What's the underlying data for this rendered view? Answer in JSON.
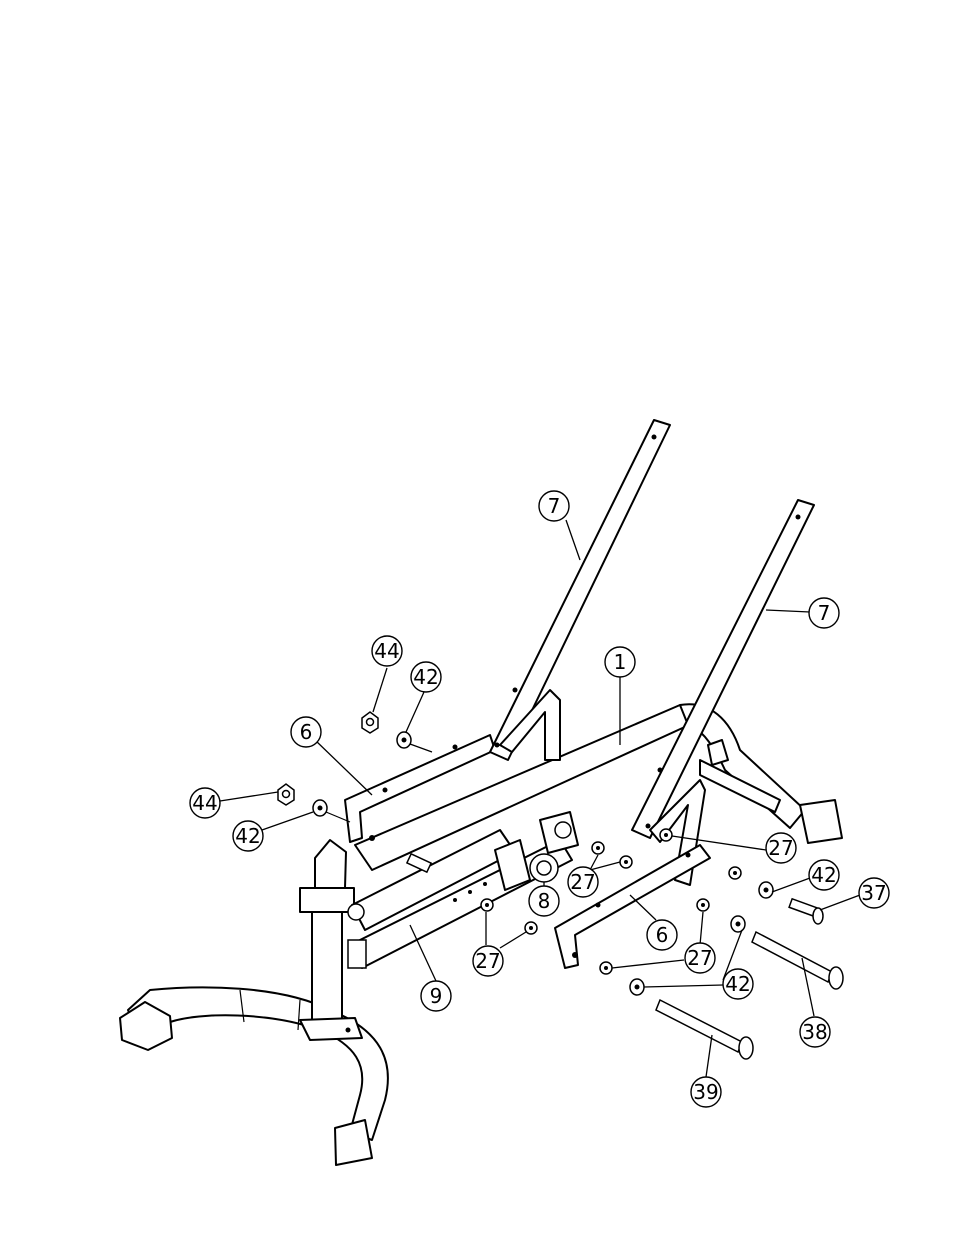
{
  "callouts": [
    {
      "id": "c7a",
      "label": "7"
    },
    {
      "id": "c7b",
      "label": "7"
    },
    {
      "id": "c1",
      "label": "1"
    },
    {
      "id": "c44a",
      "label": "44"
    },
    {
      "id": "c42a",
      "label": "42"
    },
    {
      "id": "c6a",
      "label": "6"
    },
    {
      "id": "c44b",
      "label": "44"
    },
    {
      "id": "c42b",
      "label": "42"
    },
    {
      "id": "c27a",
      "label": "27"
    },
    {
      "id": "c42c",
      "label": "42"
    },
    {
      "id": "c37",
      "label": "37"
    },
    {
      "id": "c27b",
      "label": "27"
    },
    {
      "id": "c8",
      "label": "8"
    },
    {
      "id": "c6b",
      "label": "6"
    },
    {
      "id": "c27c",
      "label": "27"
    },
    {
      "id": "c27d",
      "label": "27"
    },
    {
      "id": "c42d",
      "label": "42"
    },
    {
      "id": "c9",
      "label": "9"
    },
    {
      "id": "c38",
      "label": "38"
    },
    {
      "id": "c39",
      "label": "39"
    }
  ]
}
